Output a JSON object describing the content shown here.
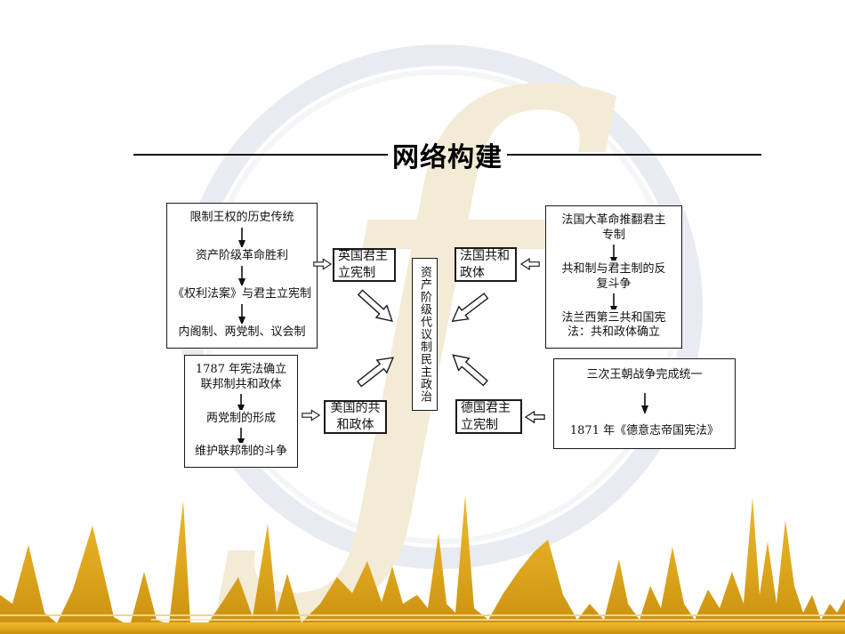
{
  "title": "网络构建",
  "watermark": {
    "symbol": "ƒ"
  },
  "center": {
    "text": "资产阶级代议制民主政治"
  },
  "uk": {
    "label": "英国君主立宪制",
    "steps": [
      "限制王权的历史传统",
      "资产阶级革命胜利",
      "《权利法案》与君主立宪制",
      "内阁制、两党制、议会制"
    ]
  },
  "france": {
    "label": "法国共和政体",
    "steps": [
      "法国大革命推翻君主专制",
      "共和制与君主制的反复斗争",
      "法兰西第三共和国宪法：共和政体确立"
    ]
  },
  "usa": {
    "label": "美国的共和政体",
    "steps": [
      "1787 年宪法确立联邦制共和政体",
      "两党制的形成",
      "维护联邦制的斗争"
    ]
  },
  "germany": {
    "label": "德国君主立宪制",
    "steps": [
      "三次王朝战争完成统一",
      "1871 年《德意志帝国宪法》"
    ]
  },
  "colors": {
    "gold": "#DCA51C",
    "gold_dark": "#C88F10",
    "gold_light": "#ECB92F",
    "ring": "#E9EBF3",
    "glyph": "#F3EBD6",
    "ink": "#111111"
  }
}
